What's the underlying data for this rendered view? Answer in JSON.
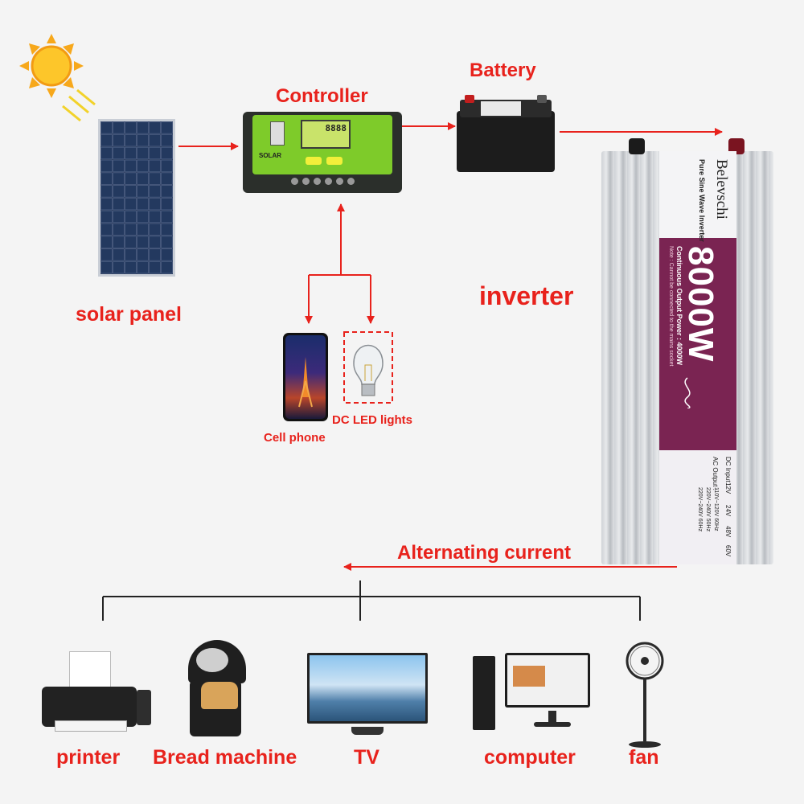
{
  "labels": {
    "solar_panel": "solar panel",
    "controller": "Controller",
    "battery": "Battery",
    "inverter": "inverter",
    "cell_phone": "Cell phone",
    "dc_led_lights": "DC LED lights",
    "alternating_current": "Alternating current",
    "printer": "printer",
    "bread_machine": "Bread machine",
    "tv": "TV",
    "computer": "computer",
    "fan": "fan"
  },
  "inverter_device": {
    "brand": "Belevschi",
    "type": "Pure Sine Wave Inverter",
    "power": "8000W",
    "continuous": "Continuous Output Power : 4000W",
    "note": "Note : Cannot be connected to the mains socket",
    "dc_input_label": "DC Input :",
    "dc_inputs": [
      "12V",
      "24V",
      "48V",
      "60V"
    ],
    "ac_output_label": "AC Output :",
    "ac_outputs": [
      "110V~120V 60Hz",
      "220V~240V 50Hz",
      "220V~240V 60Hz"
    ]
  },
  "controller_device": {
    "display": "8888",
    "brand": "SOLAR"
  },
  "colors": {
    "accent_red": "#e8221c",
    "line_black": "#222222",
    "controller_green": "#7ecb2a",
    "inverter_purple": "#7a2452"
  }
}
